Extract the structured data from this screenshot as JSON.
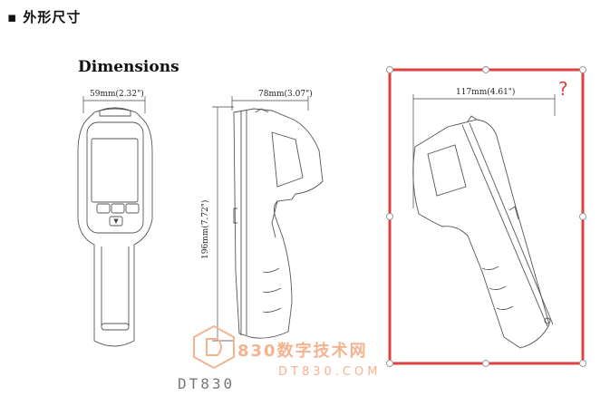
{
  "header": {
    "bullet": "▪",
    "title": "外形尺寸"
  },
  "figure": {
    "title": "Dimensions",
    "front_width": "59mm(2.32\")",
    "side_width": "78mm(3.07\")",
    "height": "196mm(7.72\")",
    "rotated_width": "117mm(4.61\")"
  },
  "selection": {
    "question_mark": "?",
    "color": "#e04040"
  },
  "watermark": {
    "main": "830数字技术网",
    "url": "DT830.COM",
    "brand": "DT830",
    "color": "#f4b38f"
  }
}
